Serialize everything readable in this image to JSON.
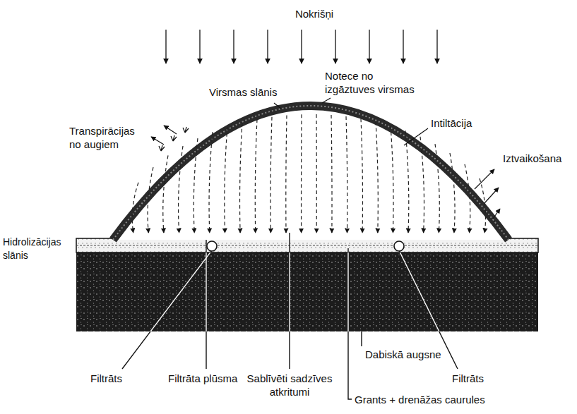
{
  "diagram": {
    "labels": [
      "Nokrišņi",
      "Virsmas slānis",
      "Notece no izgāztuves virsmas",
      "Transpirācijas no augiem",
      "Intiltācija",
      "Iztvaikošana",
      "Hidrolizācijas slānis",
      "Filtrāts",
      "Filtrāta plūsma",
      "Sablīvēti sadzīves atkritumi",
      "Dabiskā augsne",
      "Filtrāts",
      "Grants + drenāžas caurules"
    ]
  }
}
